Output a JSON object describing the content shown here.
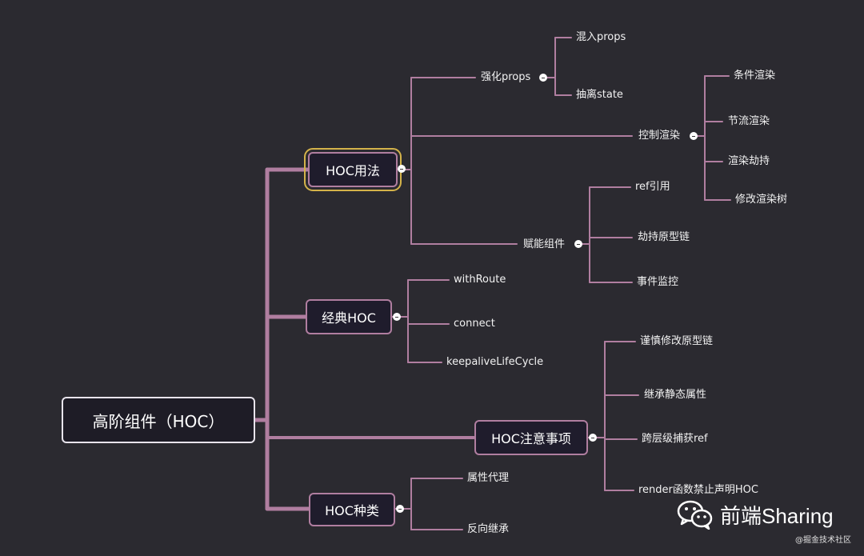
{
  "root": {
    "label": "高阶组件（HOC）"
  },
  "branches": [
    {
      "label": "HOC用法",
      "subs": [
        {
          "label": "强化props",
          "items": [
            "混入props",
            "抽离state"
          ]
        },
        {
          "label": "控制渲染",
          "items": [
            "条件渲染",
            "节流渲染",
            "渲染劫持",
            "修改渲染树"
          ]
        },
        {
          "label": "赋能组件",
          "items": [
            "ref引用",
            "劫持原型链",
            "事件监控"
          ]
        }
      ]
    },
    {
      "label": "经典HOC",
      "items": [
        "withRoute",
        "connect",
        "keepaliveLifeCycle"
      ]
    },
    {
      "label": "HOC注意事项",
      "items": [
        "谨慎修改原型链",
        "继承静态属性",
        "跨层级捕获ref",
        "render函数禁止声明HOC"
      ]
    },
    {
      "label": "HOC种类",
      "items": [
        "属性代理",
        "反向继承"
      ]
    }
  ],
  "watermark": {
    "text": "前端Sharing",
    "sub": "@掘金技术社区",
    "icon": "wechat-icon"
  },
  "colors": {
    "line": "#b07ea0",
    "selected": "#d4b34a",
    "background": "#2b2a30"
  }
}
